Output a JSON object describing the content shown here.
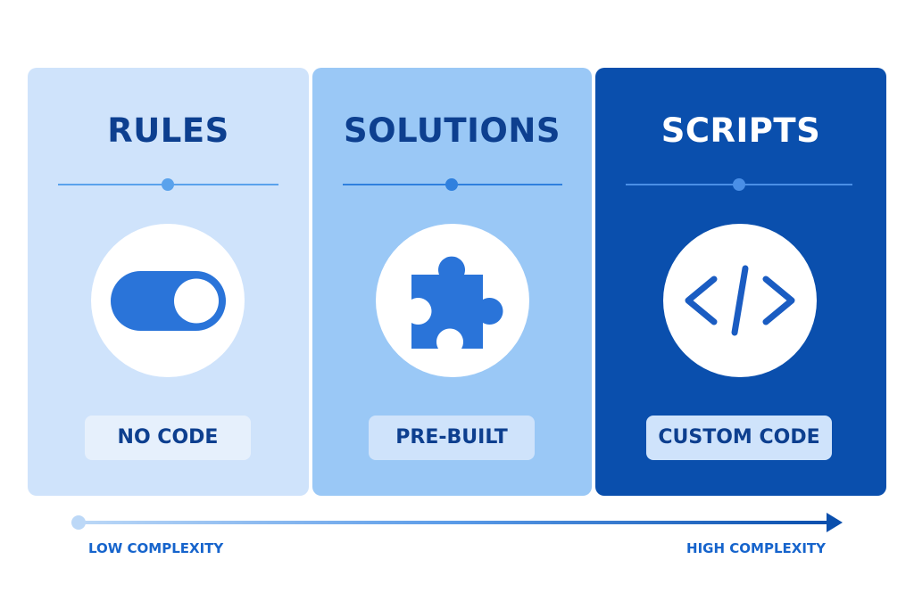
{
  "columns": [
    {
      "title": "RULES",
      "badge": "NO CODE",
      "icon": "toggle-switch-icon"
    },
    {
      "title": "SOLUTIONS",
      "badge": "PRE-BUILT",
      "icon": "puzzle-piece-icon"
    },
    {
      "title": "SCRIPTS",
      "badge": "CUSTOM CODE",
      "icon": "code-brackets-icon"
    }
  ],
  "axis": {
    "low_label": "LOW COMPLEXITY",
    "high_label": "HIGH COMPLEXITY"
  },
  "colors": {
    "panel_light": "#cfe3fb",
    "panel_medium": "#9ac8f6",
    "panel_dark": "#0a4fad",
    "title_dark": "#0d3f8f",
    "icon_blue": "#2a74d9",
    "accent": "#1664cc"
  }
}
